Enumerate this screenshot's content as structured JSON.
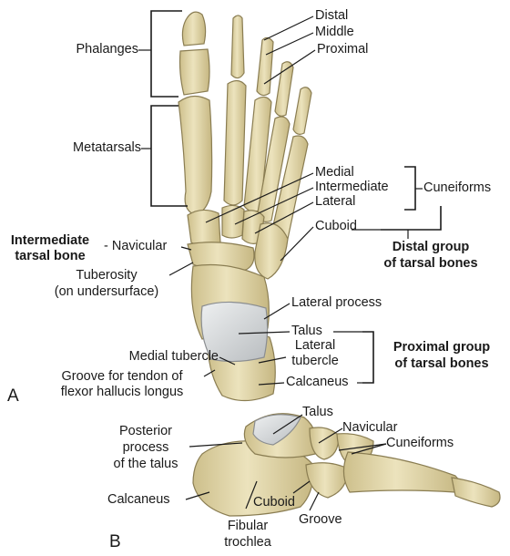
{
  "panel_a": {
    "letter": "A",
    "labels": {
      "distal": "Distal",
      "middle": "Middle",
      "proximal": "Proximal",
      "phalanges": "Phalanges",
      "metatarsals": "Metatarsals",
      "medial": "Medial",
      "intermediate": "Intermediate",
      "lateral": "Lateral",
      "cuneiforms": "Cuneiforms",
      "cuboid": "Cuboid",
      "intermediate_tarsal_1": "Intermediate",
      "intermediate_tarsal_2": "tarsal bone",
      "navicular": "- Navicular",
      "distal_group_1": "Distal group",
      "distal_group_2": "of tarsal bones",
      "tuberosity_1": "Tuberosity",
      "tuberosity_2": "(on undersurface)",
      "lateral_process": "Lateral process",
      "talus": "Talus",
      "medial_tubercle": "Medial tubercle",
      "lateral_tubercle_1": "Lateral",
      "lateral_tubercle_2": "tubercle",
      "calcaneus": "Calcaneus",
      "proximal_group_1": "Proximal group",
      "proximal_group_2": "of tarsal bones",
      "groove_1": "Groove for tendon of",
      "groove_2": "flexor hallucis longus"
    }
  },
  "panel_b": {
    "letter": "B",
    "labels": {
      "talus": "Talus",
      "navicular": "Navicular",
      "cuneiforms": "Cuneiforms",
      "posterior_1": "Posterior",
      "posterior_2": "process",
      "posterior_3": "of the talus",
      "calcaneus": "Calcaneus",
      "cuboid": "Cuboid",
      "groove": "Groove",
      "fibular_1": "Fibular",
      "fibular_2": "trochlea"
    }
  },
  "colors": {
    "bone": "#e6dcb0",
    "bone_shade": "#c9bb86",
    "bone_outline": "#8a7d52",
    "cartilage": "#d5d8da",
    "line": "#1a1a1a"
  }
}
